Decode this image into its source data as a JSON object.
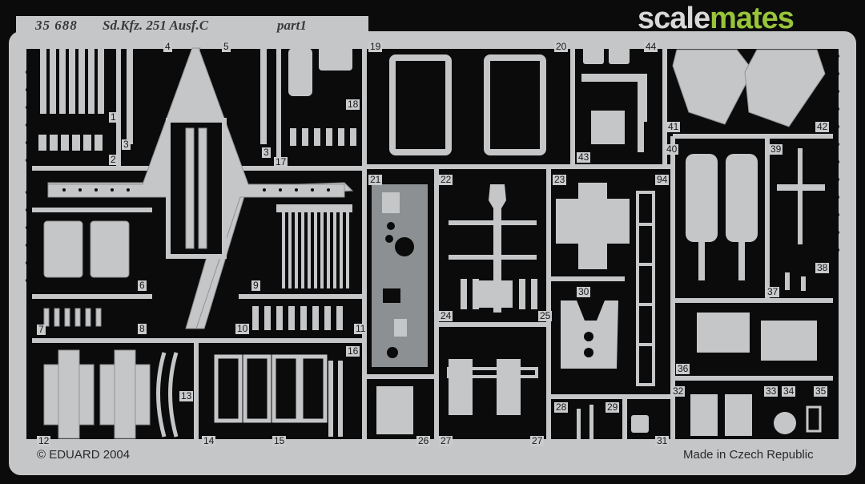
{
  "sheet": {
    "code": "35 688",
    "title": "Sd.Kfz. 251 Ausf.C",
    "part": "part1",
    "copyright": "© EDUARD 2004",
    "origin": "Made in Czech Republic",
    "watermark_a": "scale",
    "watermark_b": "mates"
  },
  "part_numbers": [
    "1",
    "2",
    "3",
    "3",
    "4",
    "5",
    "6",
    "7",
    "8",
    "9",
    "10",
    "11",
    "12",
    "13",
    "14",
    "15",
    "16",
    "17",
    "18",
    "19",
    "20",
    "21",
    "22",
    "23",
    "24",
    "25",
    "26",
    "27",
    "27",
    "28",
    "29",
    "30",
    "31",
    "32",
    "33",
    "34",
    "35",
    "36",
    "37",
    "38",
    "39",
    "40",
    "41",
    "42",
    "43",
    "44",
    "94"
  ],
  "colors": {
    "metal": "#c4c6c8",
    "metal_edge": "#8f9295",
    "background": "#0b0b0b",
    "accent_green": "#98c43a"
  }
}
